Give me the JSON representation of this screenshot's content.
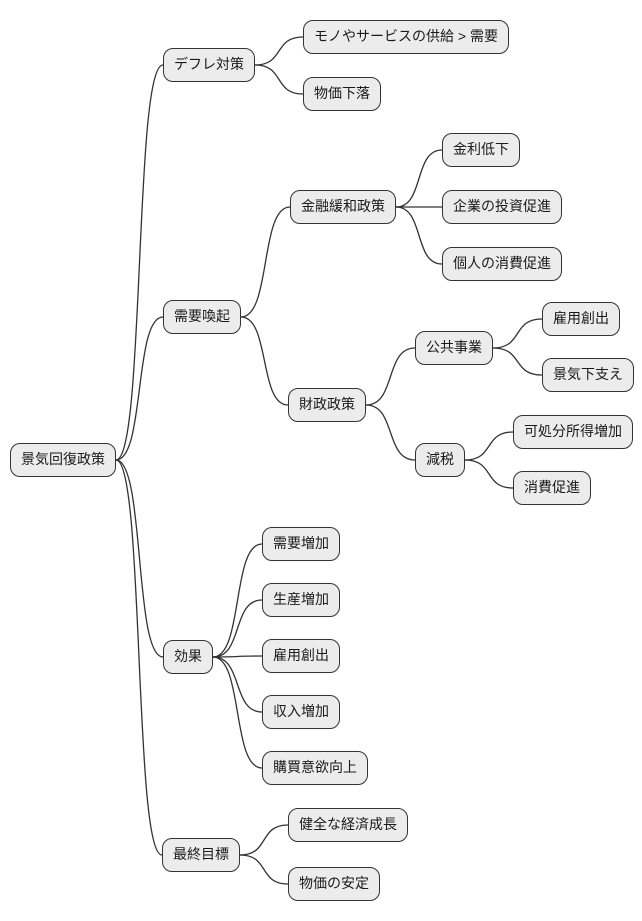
{
  "diagram": {
    "type": "mindmap",
    "direction": "left-to-right",
    "colors": {
      "node_fill": "#ececec",
      "node_border": "#333333",
      "node_text": "#1a1a1a",
      "edge": "#333333",
      "background": "#ffffff"
    },
    "nodes": [
      {
        "id": "root",
        "label": "景気回復政策",
        "parent": null
      },
      {
        "id": "deflation",
        "label": "デフレ対策",
        "parent": "root"
      },
      {
        "id": "supply-gt-demand",
        "label": "モノやサービスの供給 > 需要",
        "parent": "deflation"
      },
      {
        "id": "price-decline",
        "label": "物価下落",
        "parent": "deflation"
      },
      {
        "id": "demand-stimulus",
        "label": "需要喚起",
        "parent": "root"
      },
      {
        "id": "monetary-easing",
        "label": "金融緩和政策",
        "parent": "demand-stimulus"
      },
      {
        "id": "rate-cut",
        "label": "金利低下",
        "parent": "monetary-easing"
      },
      {
        "id": "corp-investment",
        "label": "企業の投資促進",
        "parent": "monetary-easing"
      },
      {
        "id": "personal-consumption",
        "label": "個人の消費促進",
        "parent": "monetary-easing"
      },
      {
        "id": "fiscal-policy",
        "label": "財政政策",
        "parent": "demand-stimulus"
      },
      {
        "id": "public-works",
        "label": "公共事業",
        "parent": "fiscal-policy"
      },
      {
        "id": "job-creation-1",
        "label": "雇用創出",
        "parent": "public-works"
      },
      {
        "id": "economy-support",
        "label": "景気下支え",
        "parent": "public-works"
      },
      {
        "id": "tax-cut",
        "label": "減税",
        "parent": "fiscal-policy"
      },
      {
        "id": "disposable-income",
        "label": "可処分所得増加",
        "parent": "tax-cut"
      },
      {
        "id": "consumption-promo",
        "label": "消費促進",
        "parent": "tax-cut"
      },
      {
        "id": "effects",
        "label": "効果",
        "parent": "root"
      },
      {
        "id": "demand-increase",
        "label": "需要増加",
        "parent": "effects"
      },
      {
        "id": "production-increase",
        "label": "生産増加",
        "parent": "effects"
      },
      {
        "id": "job-creation-2",
        "label": "雇用創出",
        "parent": "effects"
      },
      {
        "id": "income-increase",
        "label": "収入増加",
        "parent": "effects"
      },
      {
        "id": "purchase-motivation",
        "label": "購買意欲向上",
        "parent": "effects"
      },
      {
        "id": "final-goal",
        "label": "最終目標",
        "parent": "root"
      },
      {
        "id": "healthy-growth",
        "label": "健全な経済成長",
        "parent": "final-goal"
      },
      {
        "id": "price-stability",
        "label": "物価の安定",
        "parent": "final-goal"
      }
    ]
  }
}
